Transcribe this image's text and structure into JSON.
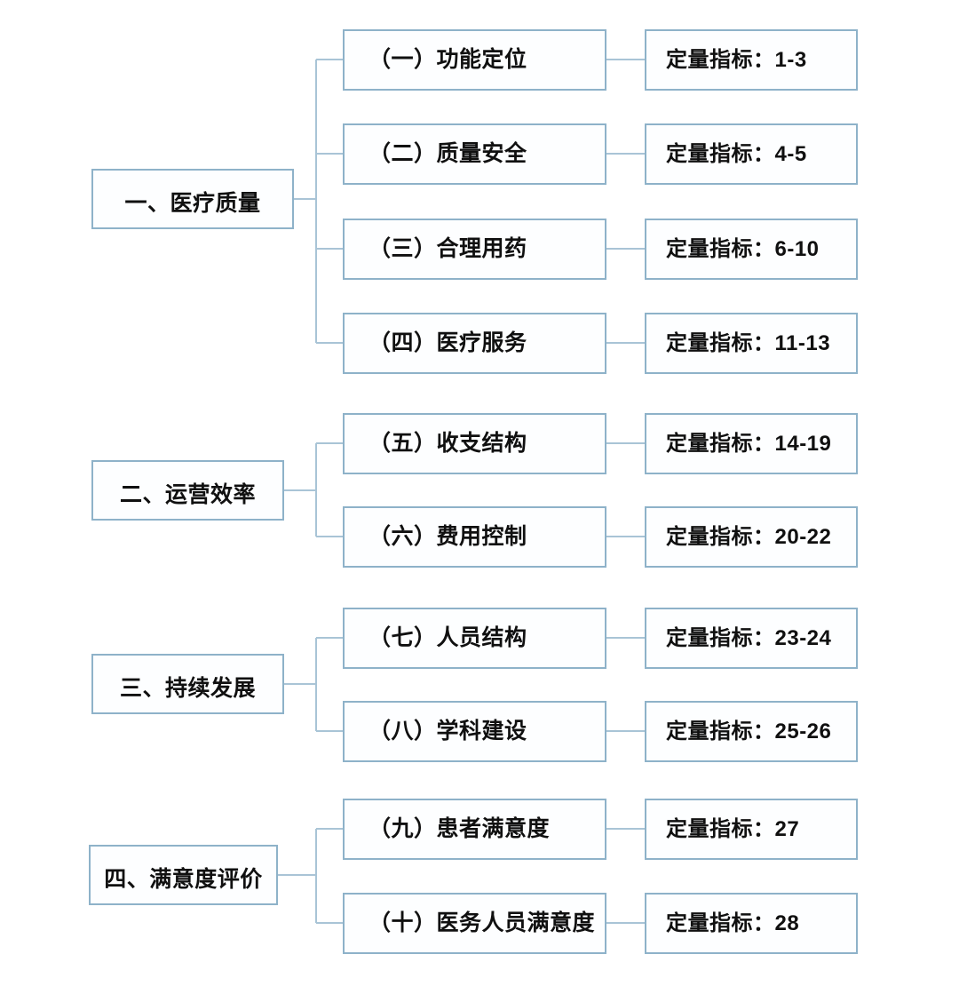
{
  "meta": {
    "title": "公立医院绩效考核指标体系结构图",
    "box_border_color": "#8eb2c9",
    "connector_color": "#a9c4d6",
    "box_fill_color": "#fdfeff",
    "text_color": "#101010",
    "background_color": "#ffffff"
  },
  "sections": [
    {
      "id": "medical-quality",
      "category": "一、医疗质量",
      "children": [
        {
          "name": "（一）功能定位",
          "indicator": "定量指标：1-3"
        },
        {
          "name": "（二）质量安全",
          "indicator": "定量指标：4-5"
        },
        {
          "name": "（三）合理用药",
          "indicator": "定量指标：6-10"
        },
        {
          "name": "（四）医疗服务",
          "indicator": "定量指标：11-13"
        }
      ]
    },
    {
      "id": "operating-efficiency",
      "category": "二、运营效率",
      "children": [
        {
          "name": "（五）收支结构",
          "indicator": "定量指标：14-19"
        },
        {
          "name": "（六）费用控制",
          "indicator": "定量指标：20-22"
        }
      ]
    },
    {
      "id": "sustainable-development",
      "category": "三、持续发展",
      "children": [
        {
          "name": "（七）人员结构",
          "indicator": "定量指标：23-24"
        },
        {
          "name": "（八）学科建设",
          "indicator": "定量指标：25-26"
        }
      ]
    },
    {
      "id": "satisfaction-evaluation",
      "category": "四、满意度评价",
      "children": [
        {
          "name": "（九）患者满意度",
          "indicator": "定量指标：27"
        },
        {
          "name": "（十）医务人员满意度",
          "indicator": "定量指标：28"
        }
      ]
    }
  ]
}
